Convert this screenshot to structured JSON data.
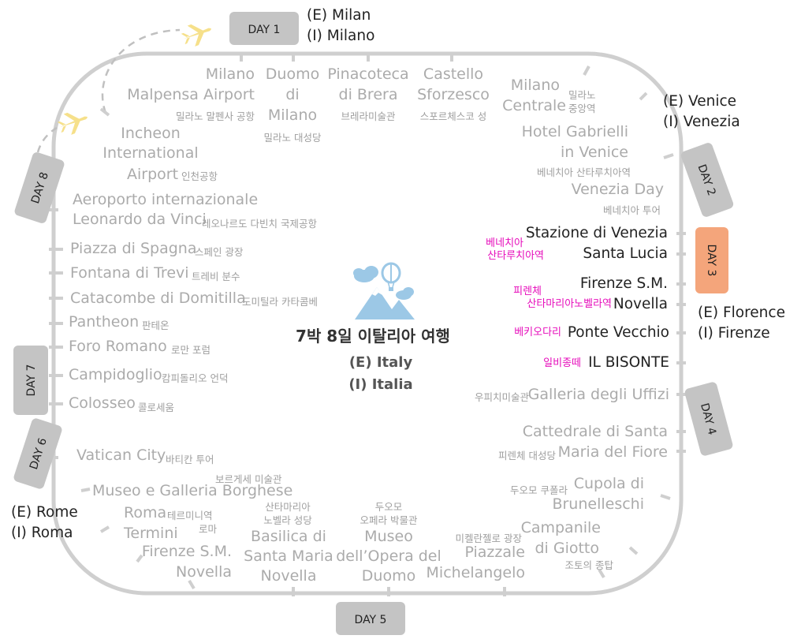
{
  "colors": {
    "track": "#cfcfcf",
    "day_tag": "#c4c4c4",
    "day_active": "#f4a57b",
    "plane": "#f6e08a",
    "pink": "#e60dbb",
    "mountain": "#9cc8e6",
    "cloud": "#9cc8e6"
  },
  "title": {
    "main": "7박 8일 이탈리아 여행",
    "line1": "(E) Italy",
    "line2": "(I) Italia"
  },
  "days": {
    "d1": "DAY 1",
    "d2": "DAY 2",
    "d3": "DAY 3",
    "d4": "DAY 4",
    "d5": "DAY 5",
    "d6": "DAY 6",
    "d7": "DAY 7",
    "d8": "DAY 8"
  },
  "cities": {
    "milan": {
      "e": "(E) Milan",
      "i": "(I) Milano"
    },
    "venice": {
      "e": "(E) Venice",
      "i": "(I) Venezia"
    },
    "florence": {
      "e": "(E) Florence",
      "i": "(I) Firenze"
    },
    "rome": {
      "e": "(E) Rome",
      "i": "(I) Roma"
    }
  },
  "stops": {
    "malpensa": {
      "en1": "Milano",
      "en2": "Malpensa Airport",
      "ko": "밀라노 말펜사 공항"
    },
    "duomo_milano": {
      "en1": "Duomo",
      "en2": "di",
      "en3": "Milano",
      "ko": "밀라노 대성당"
    },
    "brera": {
      "en1": "Pinacoteca",
      "en2": "di Brera",
      "ko": "브레라미술관"
    },
    "sforzesco": {
      "en1": "Castello",
      "en2": "Sforzesco",
      "ko": "스포르체스코 성"
    },
    "centrale": {
      "en1": "Milano",
      "en2": "Centrale",
      "ko": "밀라노 중앙역"
    },
    "gabrielli": {
      "en1": "Hotel Gabrielli",
      "en2": "in Venice",
      "ko": "베네치아 산타루치아역"
    },
    "venezia_day": {
      "en1": "Venezia Day",
      "ko": "베네치아 투어"
    },
    "santa_lucia": {
      "en1": "Stazione di Venezia",
      "en2": "Santa Lucia",
      "ko1": "베네치아",
      "ko2": "산타루치아역"
    },
    "firenze_sm": {
      "en1": "Firenze S.M.",
      "en2": "Novella",
      "ko1": "피렌체",
      "ko2": "산타마리아노벨라역"
    },
    "ponte": {
      "en1": "Ponte Vecchio",
      "ko": "베키오다리"
    },
    "bisonte": {
      "en1": "IL BISONTE",
      "ko": "일비종떼"
    },
    "uffizi": {
      "en1": "Galleria degli Uffizi",
      "ko": "우피치미술관"
    },
    "cattedrale": {
      "en1": "Cattedrale di Santa",
      "en2": "Maria del Fiore",
      "ko": "피렌체 대성당"
    },
    "cupola": {
      "en1": "Cupola di",
      "en2": "Brunelleschi",
      "ko": "두오모 쿠폴라"
    },
    "campanile": {
      "en1": "Campanile",
      "en2": "di Giotto",
      "ko": "조토의 종탑"
    },
    "piazzale": {
      "en1": "Piazzale",
      "en2": "Michelangelo",
      "ko": "미켈란젤로 광장"
    },
    "museo_opera": {
      "en1": "Museo",
      "en2": "dell’Opera del",
      "en3": "Duomo",
      "ko1": "두오모",
      "ko2": "오페라 박물관"
    },
    "basilica_smn": {
      "en1": "Basilica di",
      "en2": "Santa Maria",
      "en3": "Novella",
      "ko1": "산타마리아",
      "ko2": "노벨라 성당"
    },
    "firenze_sm2": {
      "en1": "Firenze S.M.",
      "en2": "Novella"
    },
    "termini": {
      "en1": "Roma",
      "en2": "Termini",
      "ko1": "테르미니역",
      "ko2": "로마"
    },
    "borghese": {
      "en1": "Museo e Galleria Borghese",
      "ko": "보르게세 미술관"
    },
    "vatican": {
      "en1": "Vatican City",
      "ko": "바티칸 투어"
    },
    "colosseo": {
      "en1": "Colosseo",
      "ko": "콜로세움"
    },
    "campidoglio": {
      "en1": "Campidoglio",
      "ko": "캄피돌리오 언덕"
    },
    "romano": {
      "en1": "Foro Romano",
      "ko": "로만 포럼"
    },
    "pantheon": {
      "en1": "Pantheon",
      "ko": "판테온"
    },
    "catacombe": {
      "en1": "Catacombe di Domitilla",
      "ko": "도미틸라 카타콤베"
    },
    "trevi": {
      "en1": "Fontana di Trevi",
      "ko": "트레비 분수"
    },
    "spagna": {
      "en1": "Piazza di Spagna",
      "ko": "스페인 광장"
    },
    "fiumicino": {
      "en1": "Aeroporto internazionale",
      "en2": "Leonardo da Vinci",
      "ko": "레오나르도 다빈치 국제공항"
    },
    "incheon": {
      "en1": "Incheon",
      "en2": "International",
      "en3": "Airport",
      "ko": "인천공항"
    }
  }
}
